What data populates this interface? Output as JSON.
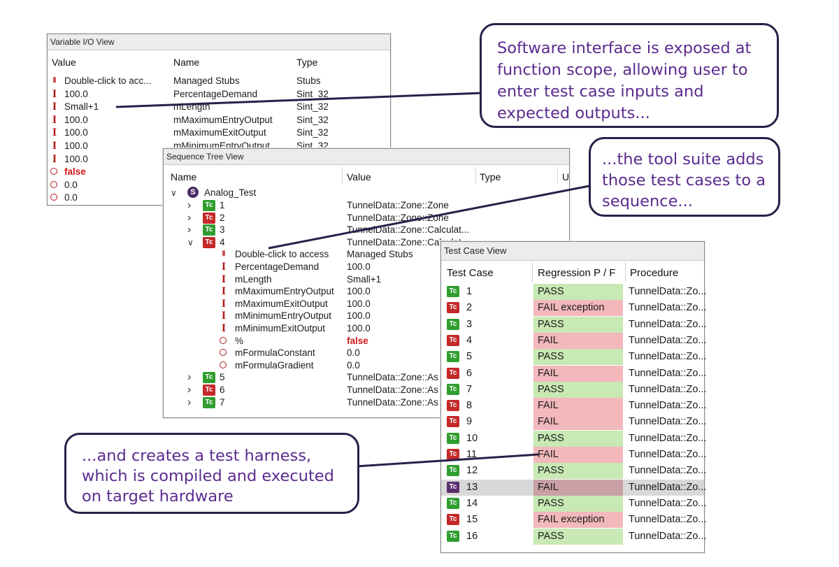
{
  "variable_io": {
    "title": "Variable I/O View",
    "headers": {
      "value": "Value",
      "name": "Name",
      "type": "Type"
    },
    "rows": [
      {
        "icon": "stub",
        "value": "Double-click to acc...",
        "name": "Managed Stubs",
        "type": "Stubs"
      },
      {
        "icon": "io",
        "value": "100.0",
        "name": "PercentageDemand",
        "type": "Sint_32"
      },
      {
        "icon": "io",
        "value": "Small+1",
        "name": "mLength",
        "type": "Sint_32"
      },
      {
        "icon": "io",
        "value": "100.0",
        "name": "mMaximumEntryOutput",
        "type": "Sint_32"
      },
      {
        "icon": "io",
        "value": "100.0",
        "name": "mMaximumExitOutput",
        "type": "Sint_32"
      },
      {
        "icon": "io",
        "value": "100.0",
        "name": "mMinimumEntryOutput",
        "type": "Sint_32"
      },
      {
        "icon": "io",
        "value": "100.0",
        "name": "",
        "type": ""
      },
      {
        "icon": "out",
        "value": "false",
        "name": "",
        "type": ""
      },
      {
        "icon": "out",
        "value": "0.0",
        "name": "",
        "type": ""
      },
      {
        "icon": "out",
        "value": "0.0",
        "name": "",
        "type": ""
      }
    ]
  },
  "sequence_tree": {
    "title": "Sequence Tree View",
    "headers": {
      "name": "Name",
      "value": "Value",
      "type": "Type",
      "u": "U"
    },
    "root": "Analog_Test",
    "items": [
      {
        "id": "1",
        "value": "TunnelData::Zone::Zone",
        "status": "pass"
      },
      {
        "id": "2",
        "value": "TunnelData::Zone::Zone",
        "status": "fail"
      },
      {
        "id": "3",
        "value": "TunnelData::Zone::Calculat...",
        "status": "pass"
      },
      {
        "id": "4",
        "value": "TunnelData::Zone::Calculat...",
        "status": "fail"
      }
    ],
    "children": [
      {
        "icon": "stub",
        "name": "Double-click to access",
        "value": "Managed Stubs"
      },
      {
        "icon": "io",
        "name": "PercentageDemand",
        "value": "100.0"
      },
      {
        "icon": "io",
        "name": "mLength",
        "value": "Small+1"
      },
      {
        "icon": "io",
        "name": "mMaximumEntryOutput",
        "value": "100.0"
      },
      {
        "icon": "io",
        "name": "mMaximumExitOutput",
        "value": "100.0"
      },
      {
        "icon": "io",
        "name": "mMinimumEntryOutput",
        "value": "100.0"
      },
      {
        "icon": "io",
        "name": "mMinimumExitOutput",
        "value": "100.0"
      },
      {
        "icon": "out",
        "name": "%",
        "value": "false"
      },
      {
        "icon": "out",
        "name": "mFormulaConstant",
        "value": "0.0"
      },
      {
        "icon": "out",
        "name": "mFormulaGradient",
        "value": "0.0"
      }
    ],
    "items_after": [
      {
        "id": "5",
        "value": "TunnelData::Zone::As",
        "status": "pass"
      },
      {
        "id": "6",
        "value": "TunnelData::Zone::As",
        "status": "fail"
      },
      {
        "id": "7",
        "value": "TunnelData::Zone::As",
        "status": "pass"
      }
    ]
  },
  "test_case_view": {
    "title": "Test Case View",
    "headers": {
      "case": "Test Case",
      "result": "Regression P / F",
      "procedure": "Procedure"
    },
    "icon_label": "Tc",
    "rows": [
      {
        "id": "1",
        "result": "PASS",
        "status": "pass",
        "procedure": "TunnelData::Zo..."
      },
      {
        "id": "2",
        "result": "FAIL exception",
        "status": "fail",
        "procedure": "TunnelData::Zo..."
      },
      {
        "id": "3",
        "result": "PASS",
        "status": "pass",
        "procedure": "TunnelData::Zo..."
      },
      {
        "id": "4",
        "result": "FAIL",
        "status": "fail",
        "procedure": "TunnelData::Zo..."
      },
      {
        "id": "5",
        "result": "PASS",
        "status": "pass",
        "procedure": "TunnelData::Zo..."
      },
      {
        "id": "6",
        "result": "FAIL",
        "status": "fail",
        "procedure": "TunnelData::Zo..."
      },
      {
        "id": "7",
        "result": "PASS",
        "status": "pass",
        "procedure": "TunnelData::Zo..."
      },
      {
        "id": "8",
        "result": "FAIL",
        "status": "fail",
        "procedure": "TunnelData::Zo..."
      },
      {
        "id": "9",
        "result": "FAIL",
        "status": "fail",
        "procedure": "TunnelData::Zo..."
      },
      {
        "id": "10",
        "result": "PASS",
        "status": "pass",
        "procedure": "TunnelData::Zo..."
      },
      {
        "id": "11",
        "result": "FAIL",
        "status": "fail",
        "procedure": "TunnelData::Zo..."
      },
      {
        "id": "12",
        "result": "PASS",
        "status": "pass",
        "procedure": "TunnelData::Zo..."
      },
      {
        "id": "13",
        "result": "FAIL",
        "status": "fail",
        "procedure": "TunnelData::Zo...",
        "selected": true
      },
      {
        "id": "14",
        "result": "PASS",
        "status": "pass",
        "procedure": "TunnelData::Zo..."
      },
      {
        "id": "15",
        "result": "FAIL exception",
        "status": "fail",
        "procedure": "TunnelData::Zo..."
      },
      {
        "id": "16",
        "result": "PASS",
        "status": "pass",
        "procedure": "TunnelData::Zo..."
      }
    ]
  },
  "callouts": {
    "c1": [
      "Software interface is exposed at",
      "function scope, allowing user to",
      "enter test case inputs and",
      "expected outputs..."
    ],
    "c2": [
      "...the tool suite adds",
      "those test cases to a",
      "sequence..."
    ],
    "c3": [
      "...and creates a test harness,",
      "which is compiled and executed",
      "on target hardware"
    ]
  },
  "colors": {
    "callout_text": "#5b2b8e",
    "callout_border": "#2b1f4a",
    "pass": "#c8e8b4",
    "fail": "#f2b8bc"
  }
}
